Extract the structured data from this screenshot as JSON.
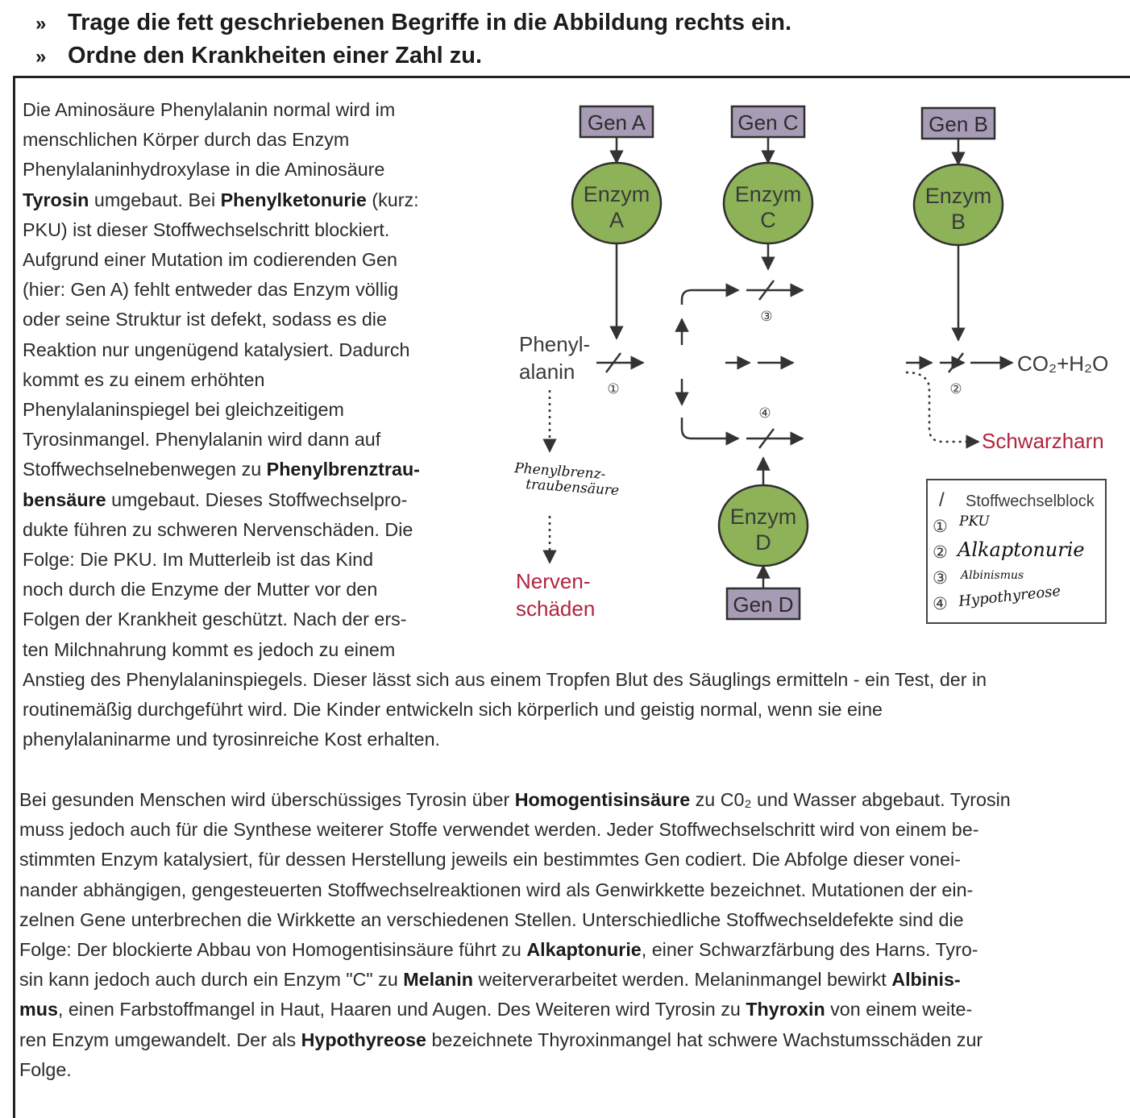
{
  "tasks": [
    {
      "bullet": "»",
      "text": "Trage die fett geschriebenen Begriffe in die Abbildung rechts ein."
    },
    {
      "bullet": "»",
      "text": "Ordne den Krankheiten einer Zahl zu."
    }
  ],
  "paragraph1": [
    "Die Aminosäure Phenylalanin normal wird im",
    "menschlichen Körper durch das Enzym",
    "Phenylalaninhydroxylase in die Aminosäure",
    [
      "**Tyrosin**",
      " umgebaut. Bei ",
      "**Phenylketonurie**",
      " (kurz:"
    ],
    "PKU) ist dieser Stoffwechselschritt blockiert.",
    "Aufgrund einer Mutation im codierenden Gen",
    "(hier: Gen A) fehlt entweder das Enzym völlig",
    "oder seine Struktur ist defekt, sodass es die",
    "Reaktion nur ungenügend katalysiert. Dadurch",
    "kommt es zu einem erhöhten",
    "Phenylalaninspiegel bei gleichzeitigem",
    "Tyrosinmangel. Phenylalanin wird dann auf",
    [
      "Stoffwechselnebenwegen zu ",
      "**Phenylbrenztrau-**"
    ],
    [
      "**bensäure**",
      " umgebaut. Dieses Stoffwechselpro-"
    ],
    "dukte führen zu schweren Nervenschäden. Die",
    "Folge: Die PKU. Im Mutterleib ist das Kind",
    "noch durch die Enzyme der Mutter vor den",
    "Folgen der Krankheit geschützt. Nach der ers-",
    "ten Milchnahrung kommt es jedoch zu einem",
    "Anstieg des Phenylalaninspiegels. Dieser lässt sich aus einem Tropfen Blut des Säuglings ermitteln - ein Test, der in",
    "routinemäßig durchgeführt wird. Die Kinder entwickeln sich körperlich und geistig normal, wenn sie eine",
    "phenylalaninarme und tyrosinreiche Kost erhalten."
  ],
  "paragraph2": [
    [
      "Bei gesunden Menschen wird überschüssiges Tyrosin über ",
      "**Homogentisinsäure**",
      " zu C0₂ und Wasser abgebaut. Tyrosin"
    ],
    "muss jedoch auch für die Synthese weiterer Stoffe verwendet werden. Jeder Stoffwechselschritt wird von einem be-",
    "stimmten Enzym katalysiert, für dessen Herstellung jeweils ein bestimmtes Gen codiert. Die Abfolge dieser vonei-",
    "nander abhängigen, gengesteuerten Stoffwechselreaktionen wird als Genwirkkette bezeichnet. Mutationen der ein-",
    "zelnen Gene unterbrechen die Wirkkette an verschiedenen Stellen. Unterschiedliche Stoffwechseldefekte sind die",
    [
      "Folge: Der blockierte Abbau von Homogentisinsäure führt zu ",
      "**Alkaptonurie**",
      ", einer Schwarzfärbung des Harns. Tyro-"
    ],
    [
      "sin kann jedoch auch durch ein Enzym \"C\" zu ",
      "**Melanin**",
      " weiterverarbeitet werden. Melaninmangel bewirkt ",
      "**Albinis-**"
    ],
    [
      "**mus**",
      ", einen Farbstoffmangel in Haut, Haaren und Augen. Des Weiteren wird Tyrosin zu ",
      "**Thyroxin**",
      " von einem weite-"
    ],
    [
      "ren Enzym umgewandelt. Der als ",
      "**Hypothyreose**",
      " bezeichnete Thyroxinmangel hat schwere Wachstumsschäden zur"
    ],
    "Folge."
  ],
  "diagram": {
    "genes": {
      "a": "Gen A",
      "b": "Gen B",
      "c": "Gen C",
      "d": "Gen D"
    },
    "enzymes": {
      "a": [
        "Enzym",
        "A"
      ],
      "b": [
        "Enzym",
        "B"
      ],
      "c": [
        "Enzym",
        "C"
      ],
      "d": [
        "Enzym",
        "D"
      ]
    },
    "phenylalanin": [
      "Phenyl-",
      "alanin"
    ],
    "nervenschaeden": [
      "Nerven-",
      "schäden"
    ],
    "co2_h2o": "CO₂+H₂O",
    "schwarzharn": "Schwarzharn",
    "block_numbers": {
      "n1": "①",
      "n2": "②",
      "n3": "③",
      "n4": "④"
    },
    "handwritten_phenylbrenz": [
      "Phenylbrenz-",
      "traubensäure"
    ],
    "legend": {
      "title_symbol": "/",
      "title": "Stoffwechselblock",
      "items": [
        {
          "num": "①",
          "answer": "PKU"
        },
        {
          "num": "②",
          "answer": "Alkaptonurie"
        },
        {
          "num": "③",
          "answer": "Albinismus"
        },
        {
          "num": "④",
          "answer": "Hypothyreose"
        }
      ]
    },
    "colors": {
      "gene_box": "#a79bb6",
      "enzyme": "#8db258",
      "red_label": "#b0253e"
    }
  }
}
